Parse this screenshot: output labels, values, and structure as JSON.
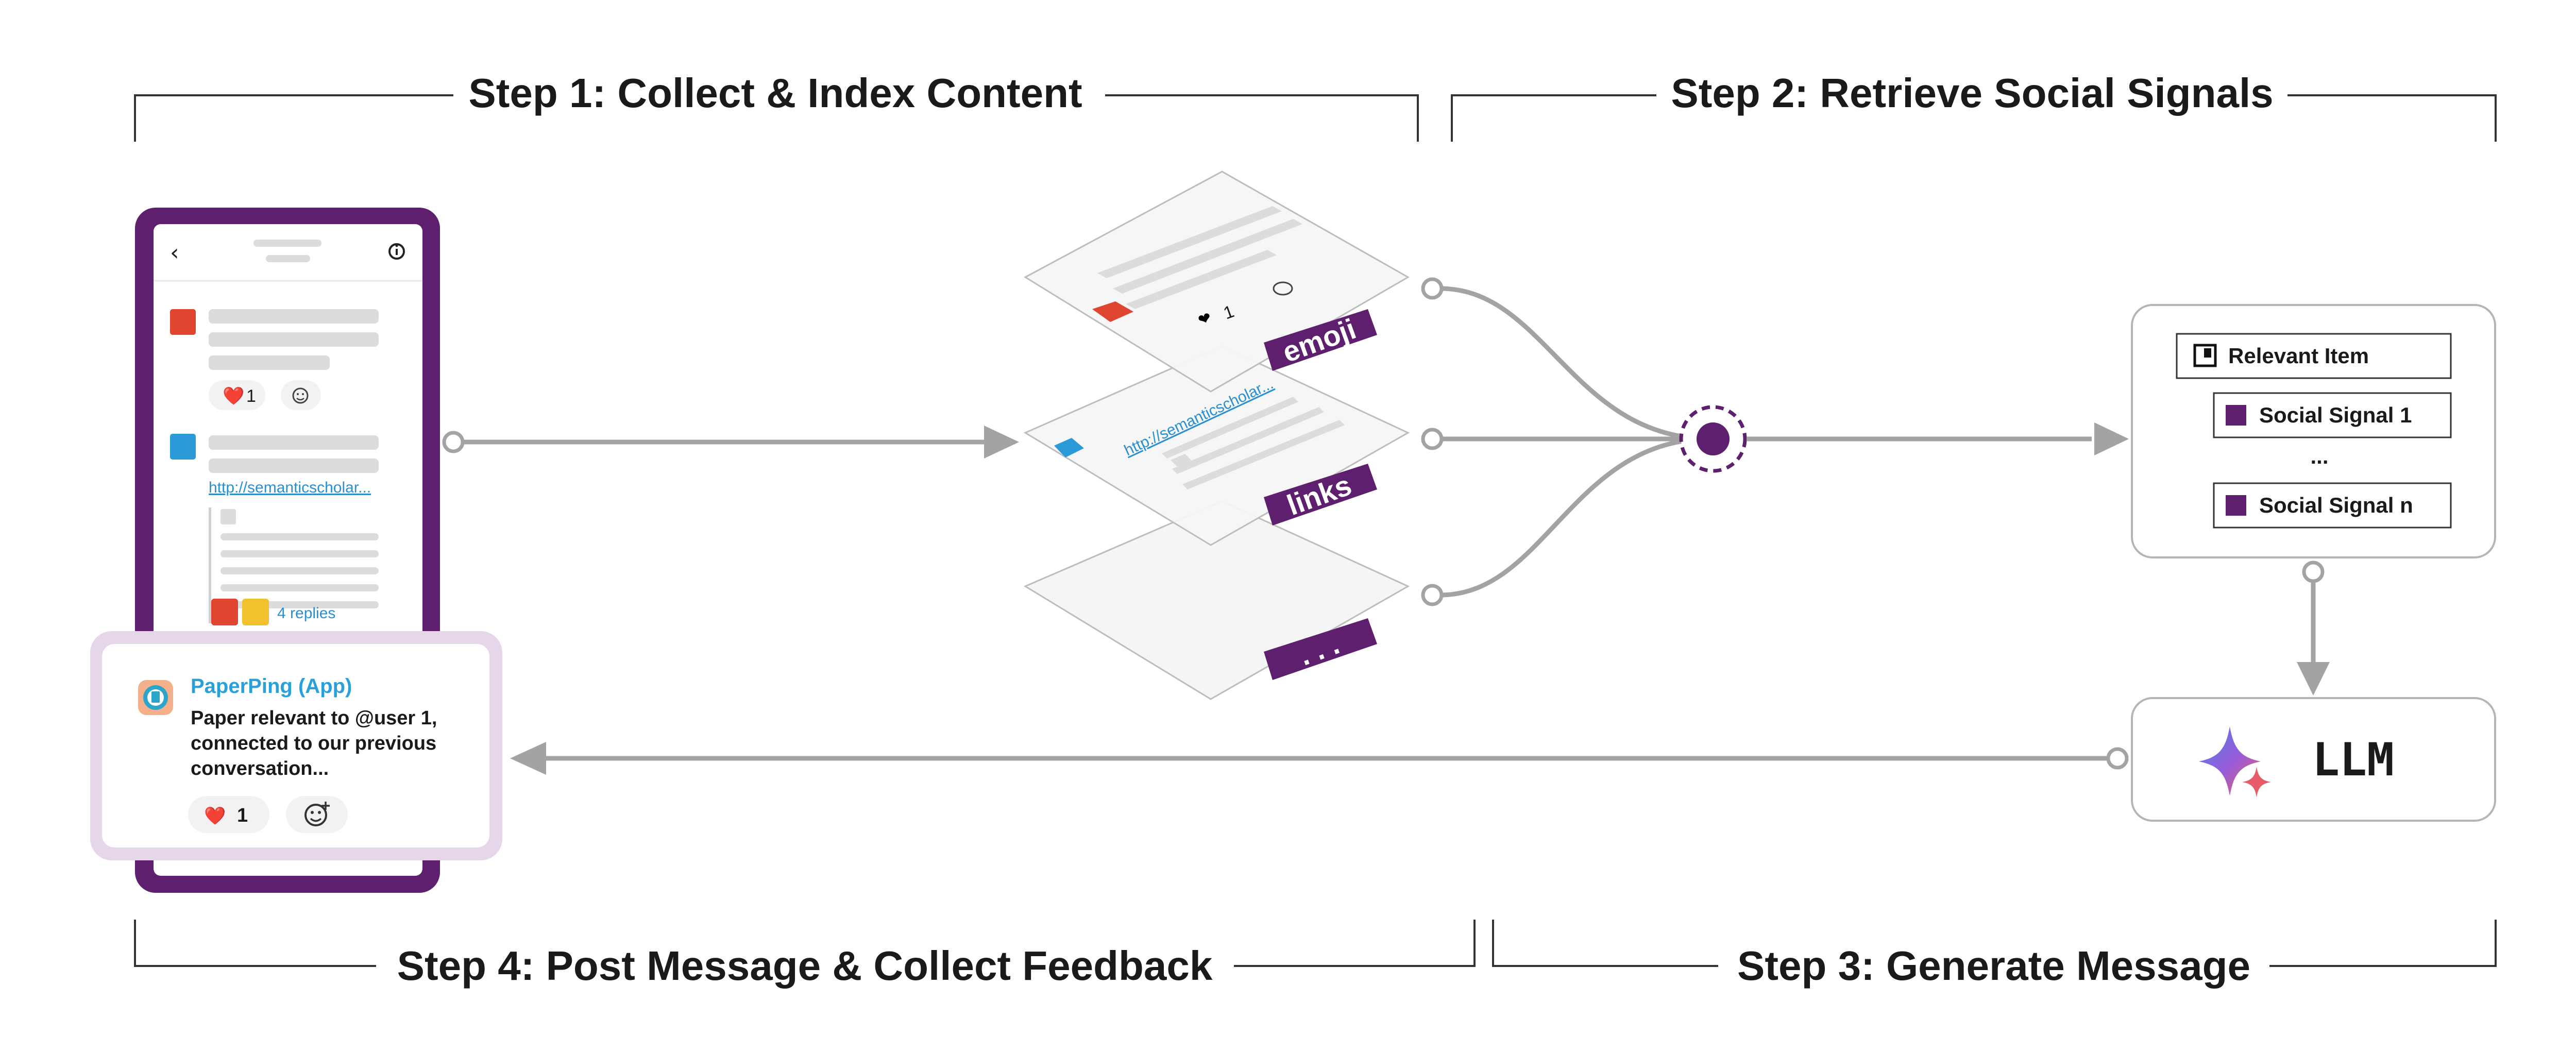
{
  "steps": {
    "step1": "Step 1: Collect & Index Content",
    "step2": "Step 2: Retrieve Social Signals",
    "step3": "Step 3: Generate Message",
    "step4": "Step 4: Post Message & Collect Feedback"
  },
  "phone": {
    "reaction_emoji": "❤️",
    "reaction_count": "1",
    "link": "http://semanticscholar...",
    "replies": "4 replies"
  },
  "layers": {
    "emoji_tag": "emoji",
    "links_tag": "links",
    "more_tag": ". . .",
    "reaction_count": "1",
    "link": "http://semanticscholar..."
  },
  "result_card": {
    "relevant_item": "Relevant Item",
    "signal_1": "Social Signal 1",
    "ellipsis": "...",
    "signal_n": "Social Signal n"
  },
  "llm": {
    "label": "LLM"
  },
  "message": {
    "app_name": "PaperPing (App)",
    "line1": "Paper relevant to @user 1,",
    "line2": "connected to our previous",
    "line3": "conversation...",
    "reaction_emoji": "❤️",
    "reaction_count": "1"
  },
  "colors": {
    "purple": "#5e1f6e",
    "light_purple": "#e6d6ea",
    "arrow_gray": "#a3a3a3",
    "red_square": "#e0452f",
    "blue_square": "#2b9bd8",
    "yellow_square": "#f2c12e"
  }
}
